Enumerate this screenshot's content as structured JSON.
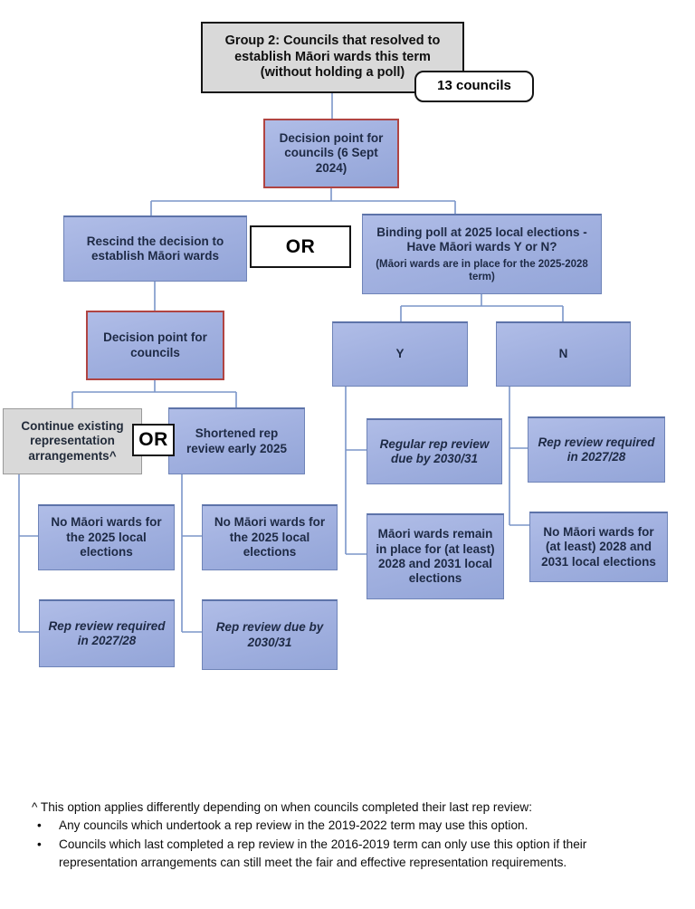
{
  "diagram": {
    "root_label": "Group 2: Councils that resolved to establish Māori wards this term (without holding a poll)",
    "count_badge": "13 councils",
    "decision1_label": "Decision point for councils (6 Sept 2024)",
    "or1_label": "OR",
    "rescind_label": "Rescind the decision to establish Māori wards",
    "binding_title": "Binding poll at 2025 local elections - Have Māori wards Y or N?",
    "binding_sub": "(Māori wards are in place for the 2025-2028 term)",
    "decision2_label": "Decision point for councils",
    "y_label": "Y",
    "n_label": "N",
    "continue_label": "Continue existing representation arrangements^",
    "or2_label": "OR",
    "shortened_label": "Shortened rep review early 2025",
    "regular_rep_label": "Regular rep review due by 2030/31",
    "rep_req_right_label": "Rep review required in 2027/28",
    "no_wards_2025_a": "No Māori wards for the 2025 local elections",
    "no_wards_2025_b": "No Māori wards for the 2025 local elections",
    "wards_remain_label": "Māori wards remain in place for (at least) 2028 and 2031 local elections",
    "no_wards_2831_label": "No Māori wards for (at least) 2028 and 2031 local elections",
    "rep_req_left_label": "Rep review required in 2027/28",
    "rep_due_label": "Rep review due by 2030/31"
  },
  "footnote": {
    "intro": "^ This option applies differently depending on when councils completed their last rep review:",
    "bullets": [
      "Any councils which undertook a rep review in the 2019-2022 term may use this option.",
      "Councils which last completed a rep review in the 2016-2019 term can only use this option if their representation arrangements can still meet the fair and effective representation requirements."
    ]
  },
  "colors": {
    "box_blue": "#9fafde",
    "box_gray": "#d9d9d9",
    "red_border": "#b04442",
    "connector": "#7b96c9"
  }
}
